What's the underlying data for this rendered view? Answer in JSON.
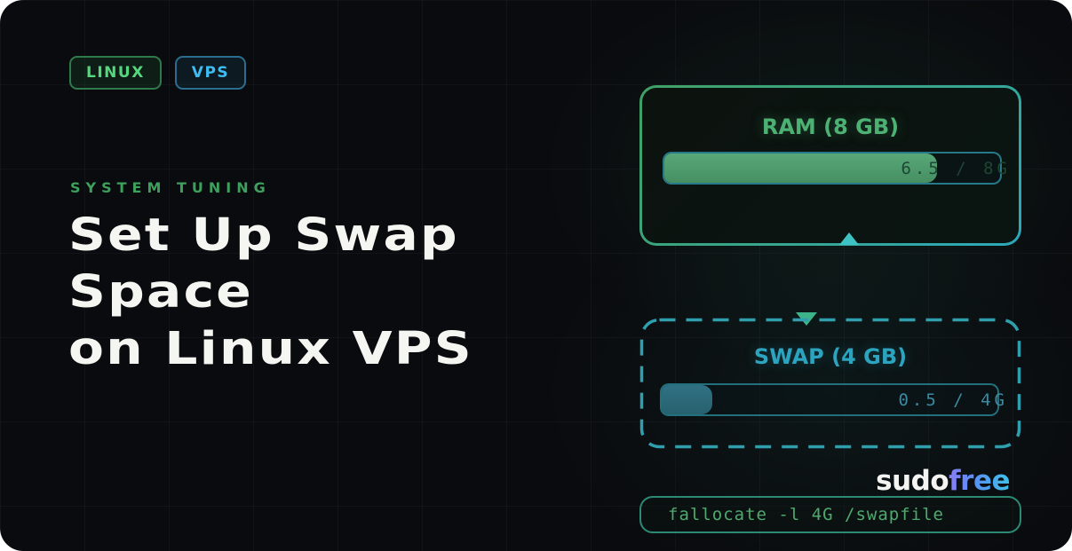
{
  "badges": [
    {
      "label": "LINUX"
    },
    {
      "label": "VPS"
    }
  ],
  "eyebrow": "SYSTEM TUNING",
  "title": {
    "line1": "Set Up Swap",
    "line2": "Space",
    "line3": "on Linux VPS"
  },
  "ram_gauge": {
    "title": "RAM (8 GB)",
    "used_gb": 6.5,
    "total_gb": 8,
    "value_label": "6.5 / 8G",
    "fill_width": "81.25%"
  },
  "swap_gauge": {
    "title": "SWAP (4 GB)",
    "used_gb": 0.5,
    "total_gb": 4,
    "value_label": "0.5 / 4G",
    "fill_width": "15%"
  },
  "brand": {
    "part1": "sudo",
    "part2": "free"
  },
  "command_box": {
    "command": "fallocate -l 4G /swapfile"
  },
  "colors": {
    "accent_green": "#3da05c",
    "accent_teal": "#2fa3bd",
    "badge_linux_text": "#55d87d",
    "badge_vps_text": "#3fbdf2",
    "ram_fill": "#4f9e6e",
    "swap_fill": "#2d6b7b",
    "brand_free_gradient_start": "#8b7cf6",
    "brand_free_gradient_end": "#3fc0e8"
  }
}
